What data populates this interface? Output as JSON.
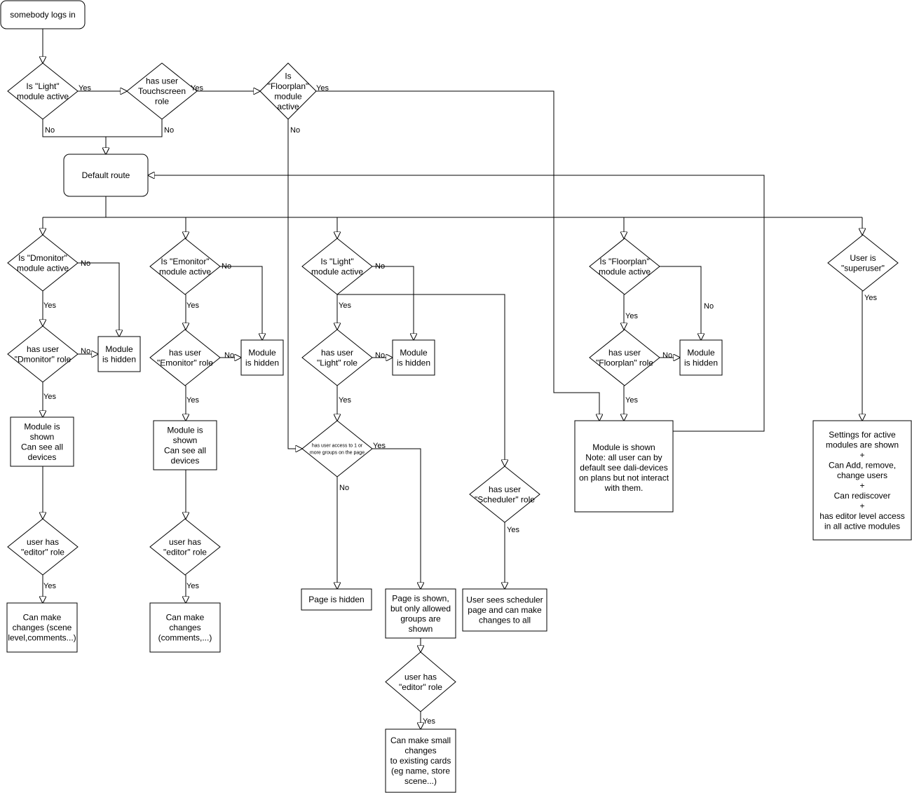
{
  "nodes": {
    "start": {
      "lines": [
        "somebody logs in"
      ]
    },
    "q_light_top": {
      "lines": [
        "Is  \"Light\"",
        "module active"
      ]
    },
    "q_touch": {
      "lines": [
        "has user",
        "Touchscreen",
        "role"
      ]
    },
    "q_floor_top": {
      "lines": [
        "Is",
        "\"Floorplan\"",
        "module",
        "active"
      ]
    },
    "default_route": {
      "lines": [
        "Default route"
      ]
    },
    "q_dmon": {
      "lines": [
        "Is  \"Dmonitor\"",
        "module active"
      ]
    },
    "q_emon": {
      "lines": [
        "Is  \"Emonitor\"",
        "module active"
      ]
    },
    "q_light2": {
      "lines": [
        "Is  \"Light\"",
        "module active"
      ]
    },
    "q_floor2": {
      "lines": [
        "Is  \"Floorplan\"",
        "module active"
      ]
    },
    "q_super": {
      "lines": [
        "User is",
        "\"superuser\""
      ]
    },
    "r_dmon": {
      "lines": [
        "has user",
        "\"Dmonitor\" role"
      ]
    },
    "h_dmon": {
      "lines": [
        "Module",
        "is hidden"
      ]
    },
    "r_emon": {
      "lines": [
        "has user",
        "\"Emonitor\" role"
      ]
    },
    "h_emon": {
      "lines": [
        "Module",
        "is hidden"
      ]
    },
    "r_light": {
      "lines": [
        "has user",
        "\"Light\" role"
      ]
    },
    "h_light": {
      "lines": [
        "Module",
        "is hidden"
      ]
    },
    "r_floor": {
      "lines": [
        "has user",
        "\"Floorplan\" role"
      ]
    },
    "h_floor": {
      "lines": [
        "Module",
        "is hidden"
      ]
    },
    "s_dmon": {
      "lines": [
        "Module is",
        "shown",
        "Can see all",
        "devices"
      ]
    },
    "s_emon": {
      "lines": [
        "Module is",
        "shown",
        "Can see all",
        "devices"
      ]
    },
    "q_groups": {
      "lines": [
        "has user access to 1 or",
        "more groups on the page"
      ]
    },
    "s_floor": {
      "lines": [
        "Module is shown",
        "Note: all user can by",
        "default see dali-devices",
        "on plans but not interact",
        "with them."
      ]
    },
    "s_super": {
      "lines": [
        "Settings for active",
        "modules are shown",
        "+",
        "Can Add, remove,",
        "change users",
        "+",
        "Can rediscover",
        "+",
        "has editor level access",
        "in all active modules"
      ]
    },
    "q_sched": {
      "lines": [
        "has user",
        "\"Scheduler\" role"
      ]
    },
    "e_dmon": {
      "lines": [
        "user has",
        "\"editor\" role"
      ]
    },
    "e_emon": {
      "lines": [
        "user has",
        "\"editor\" role"
      ]
    },
    "c_dmon": {
      "lines": [
        "Can make",
        "changes (scene",
        "level,comments...)"
      ]
    },
    "c_emon": {
      "lines": [
        "Can make",
        "changes",
        "(comments,...)"
      ]
    },
    "p_hidden": {
      "lines": [
        "Page is hidden"
      ]
    },
    "p_shown": {
      "lines": [
        "Page is shown,",
        "but only allowed",
        "groups are",
        "shown"
      ]
    },
    "s_sched": {
      "lines": [
        "User sees scheduler",
        "page and can make",
        "changes to all"
      ]
    },
    "e_light": {
      "lines": [
        "user has",
        "\"editor\" role"
      ]
    },
    "c_light": {
      "lines": [
        "Can make small",
        "changes",
        "to existing cards",
        "(eg name, store",
        "scene...)"
      ]
    }
  },
  "edge_labels": {
    "yes": "Yes",
    "no": "No"
  }
}
